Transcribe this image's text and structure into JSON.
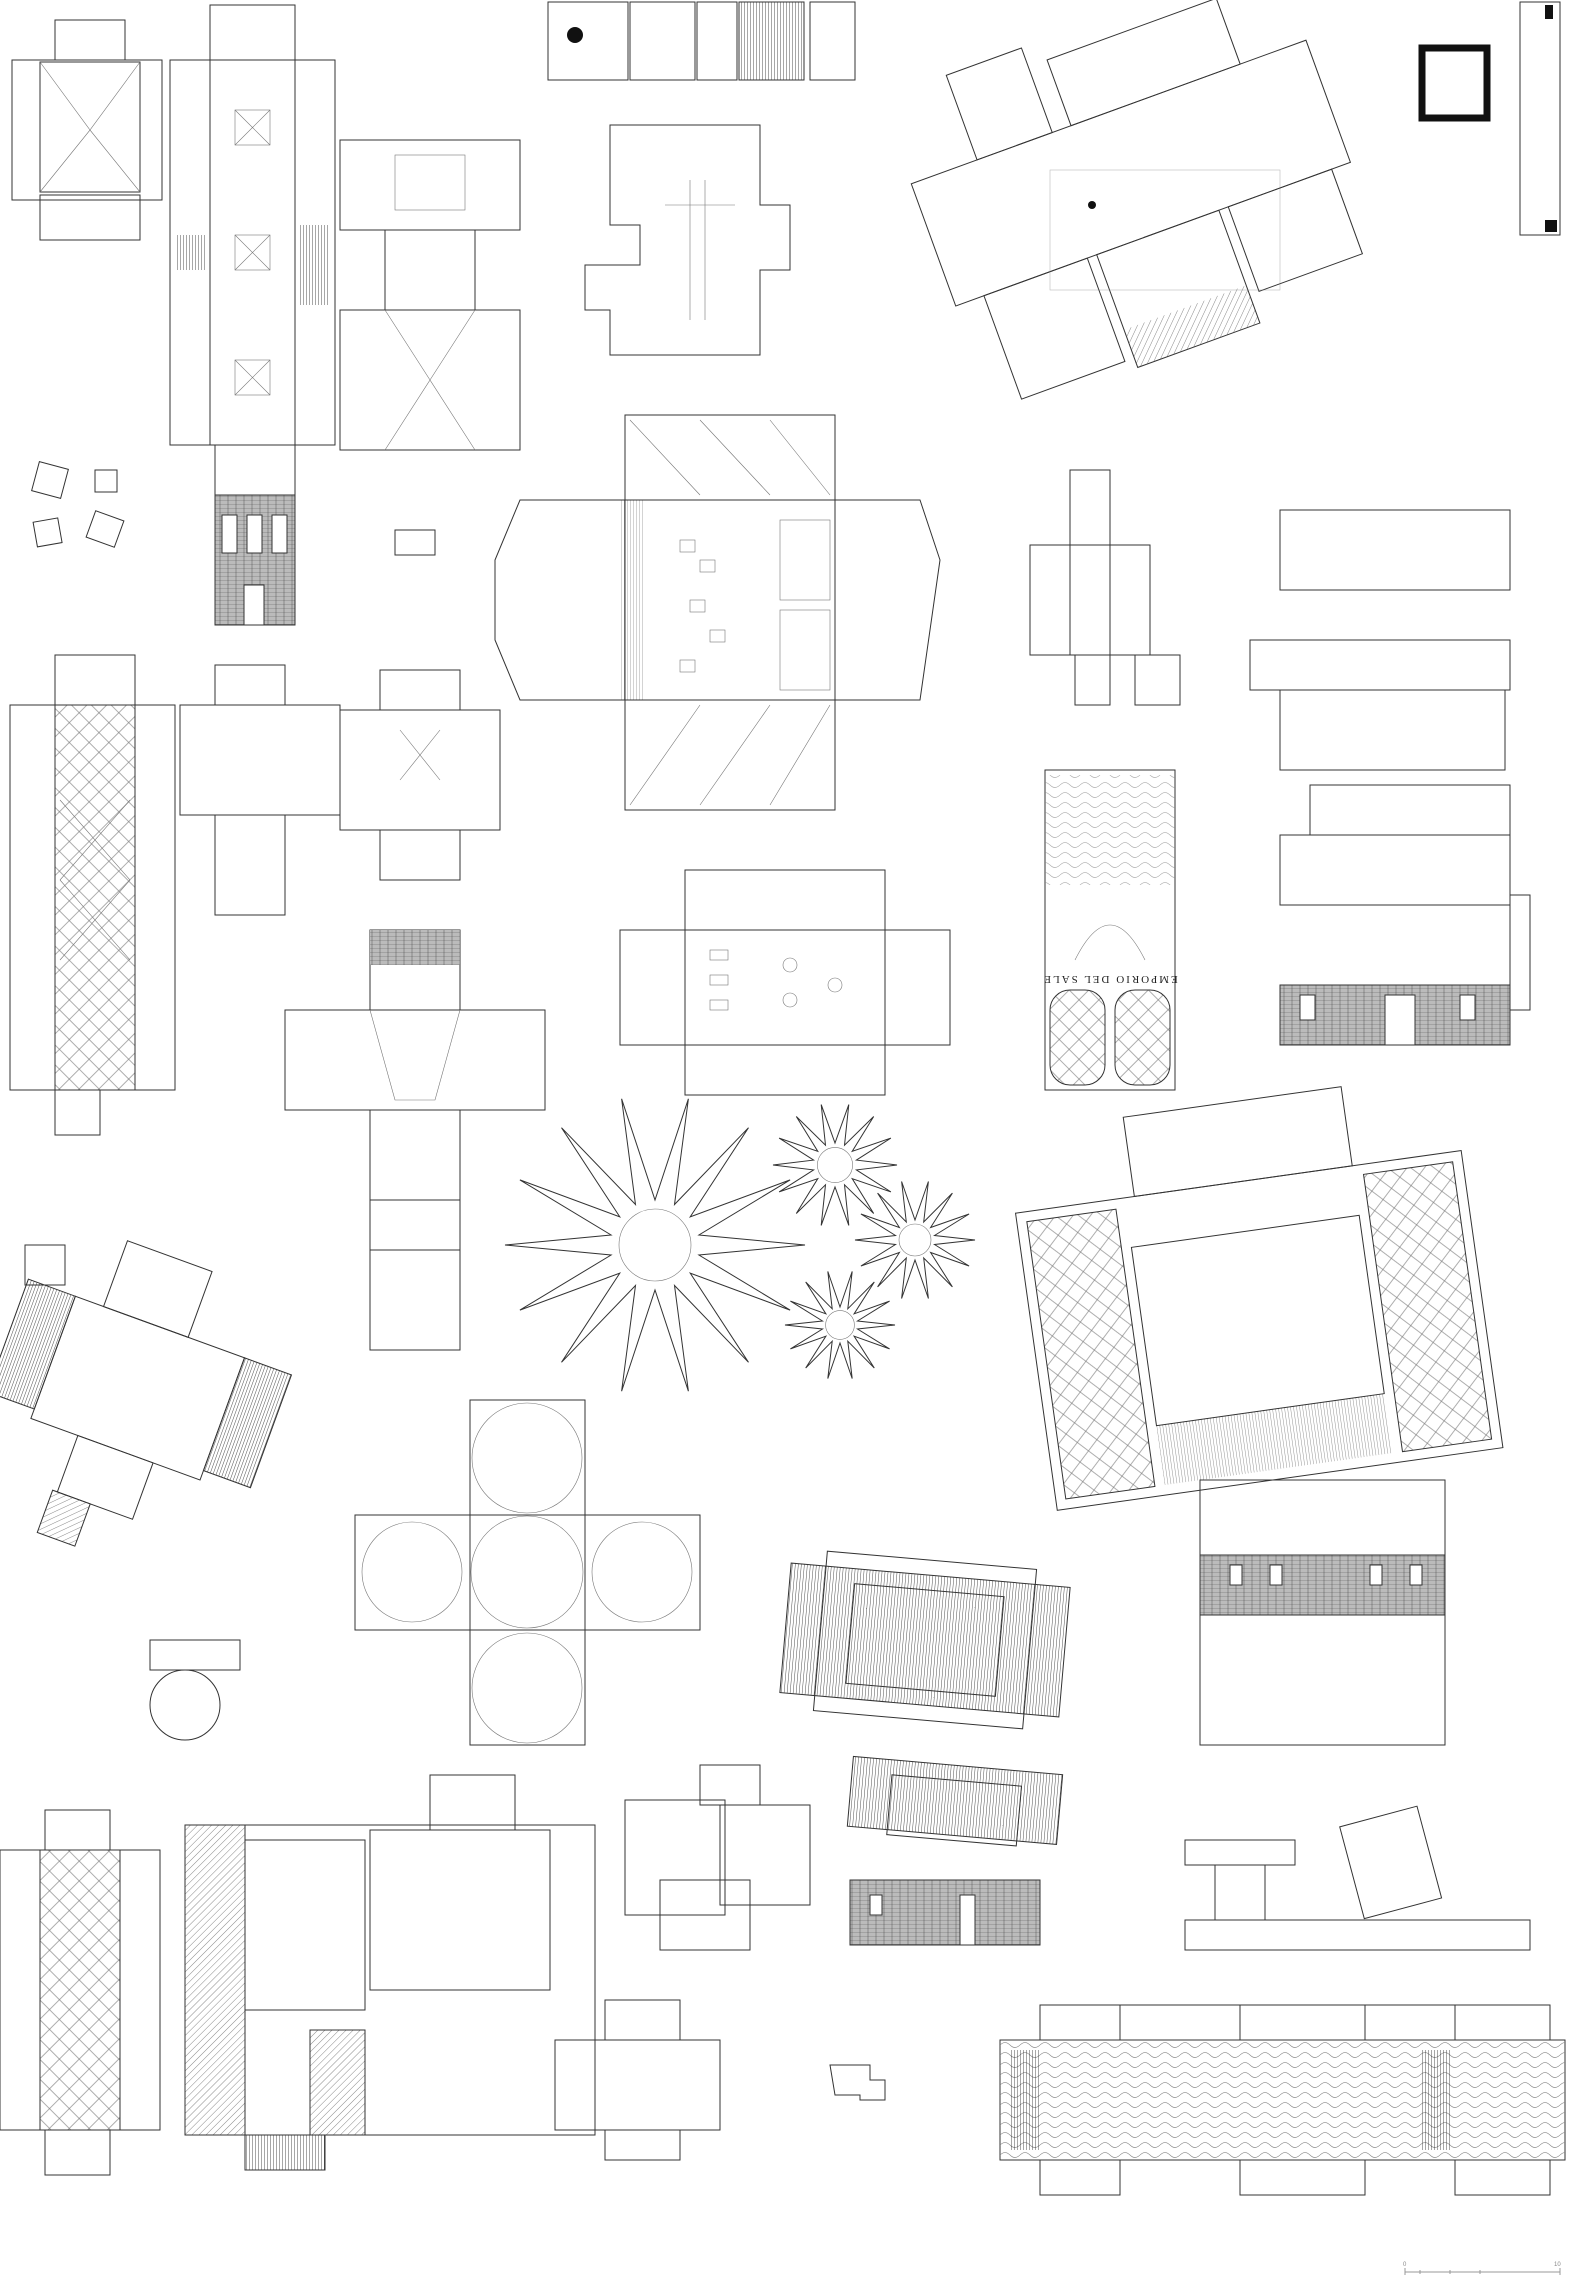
{
  "sheet": {
    "poster_caption": "EMPORIO DEL SALE",
    "scale_bar": {
      "start_label": "0",
      "end_label": "10"
    },
    "colors": {
      "line": "#333333",
      "fill": "#111111",
      "background": "#ffffff"
    }
  }
}
